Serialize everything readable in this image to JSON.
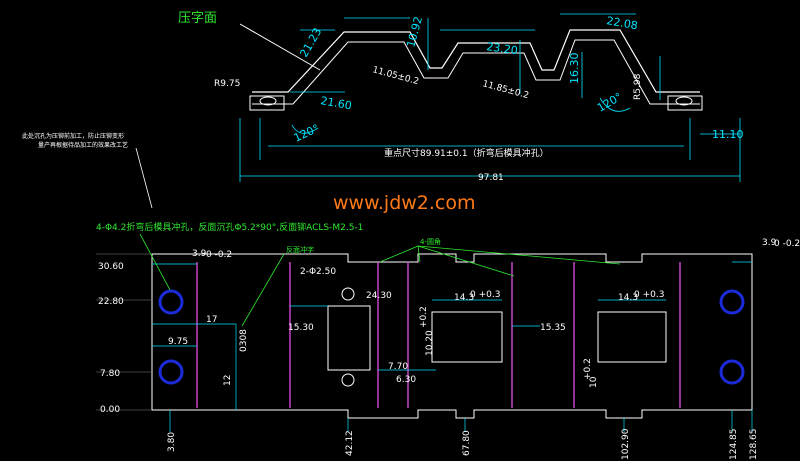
{
  "top_view": {
    "press_face_label": "压字面",
    "dims": {
      "d2123": "21.23",
      "d1092": "10.92",
      "d2320": "23.20",
      "d2208": "22.08",
      "d1105": "11.05±0.2",
      "d1185": "11.85±0.2",
      "d1630": "16.30",
      "r598": "R5.98",
      "r975": "R9.75",
      "d2160": "21.60",
      "a120_left": "120°",
      "a120_right": "120°",
      "d1110": "11.10",
      "d9781": "97.81"
    },
    "centerline_note": "重点尺寸89.91±0.1（折弯后模具冲孔）"
  },
  "watermark": "www.jdw2.com",
  "left_note": {
    "line1": "此处沉孔为压铆前加工，防止压铆变形",
    "line2": "量产再根据待品加工的效果改工艺"
  },
  "plan_view": {
    "hole_note": "4-Φ4.2折弯后模具冲孔，反面沉孔Φ5.2*90°,反面铆ACLS-M2.5-1",
    "back_press_label": "反面冲字",
    "round_edge_label": "4-圆角",
    "y_labels": {
      "y3060": "30.60",
      "y2280": "22.80",
      "y780": "7.80",
      "y000": "0.00"
    },
    "x_labels": {
      "x380": "3.80",
      "x4212": "42.12",
      "x6780": "67.80",
      "x10290": "102.90",
      "x12485": "124.85",
      "x12865": "128.65"
    },
    "dims": {
      "d390_left": "3.9",
      "d390_left_tol": "0 -0.2",
      "d390_right": "3.9",
      "d390_right_tol": "0 -0.2",
      "d17": "17",
      "d975": "9.75",
      "d12": "12",
      "d0308": "0308",
      "phi250": "2-Φ2.50",
      "d2430": "24.30",
      "d1530": "15.30",
      "d770": "7.70",
      "d630": "6.30",
      "d1430_a": "14.3",
      "d1430_a_tol": "0 +0.3",
      "d1430_b": "14.3",
      "d1430_b_tol": "0 +0.3",
      "d1020": "10.20",
      "d1020_tol": "+0.2",
      "d1535": "15.35",
      "d10": "10",
      "d10_tol": "+0.2"
    }
  },
  "colors": {
    "background": "#000000",
    "part_outline": "#ffffff",
    "dimension": "#00e5ff",
    "annotation": "#2ee82e",
    "hole": "#1b2bd9",
    "bend_line": "#e04de0",
    "watermark": "#ff7a18"
  }
}
